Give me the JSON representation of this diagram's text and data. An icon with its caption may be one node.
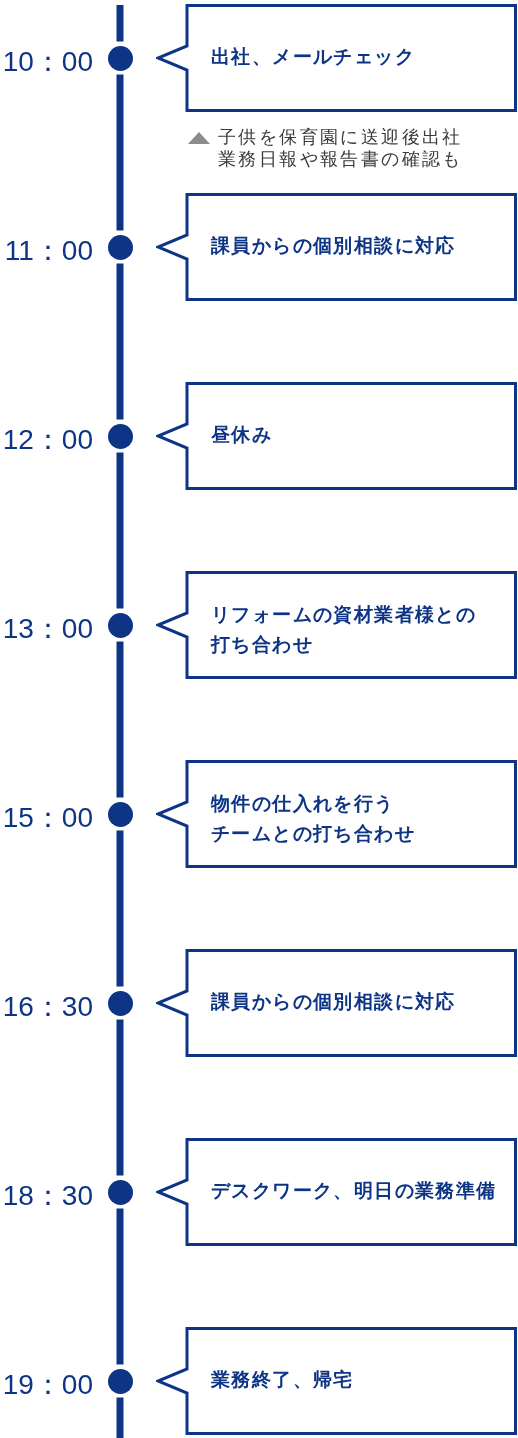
{
  "diagram": {
    "nodes": [
      {
        "text": [],
        "shape": "circle",
        "beside": [
          "10：00"
        ]
      },
      {
        "text": [
          "出社、メールチェック"
        ],
        "beside": [
          "子供を保育園に送迎後出社",
          "業務日報や報告書の確認も"
        ]
      },
      {
        "text": [],
        "shape": "circle",
        "beside": [
          "11：00"
        ]
      },
      {
        "text": [
          "課員からの個別相談に対応"
        ]
      },
      {
        "text": [],
        "shape": "circle",
        "beside": [
          "12：00"
        ]
      },
      {
        "text": [
          "昼休み"
        ]
      },
      {
        "text": [],
        "shape": "circle",
        "beside": [
          "13：00"
        ]
      },
      {
        "text": [
          "リフォームの資材業者様との打ち合わせ"
        ]
      },
      {
        "text": [],
        "shape": "circle",
        "beside": [
          "15：00"
        ]
      },
      {
        "text": [
          "物件の仕入れを行うチームとの打ち合わせ"
        ]
      },
      {
        "text": [],
        "shape": "circle",
        "beside": [
          "16：30"
        ]
      },
      {
        "text": [
          "課員からの個別相談に対応"
        ]
      },
      {
        "text": [],
        "shape": "circle",
        "beside": [
          "18：30"
        ]
      },
      {
        "text": [
          "デスクワーク、明日の業務準備"
        ]
      },
      {
        "text": [],
        "shape": "circle",
        "beside": [
          "19：00"
        ]
      },
      {
        "text": [
          "業務終了、帰宅"
        ]
      }
    ],
    "edges": [
      {
        "from": null,
        "to": 0,
        "arrow": "none"
      },
      {
        "from": 0,
        "to": 2,
        "arrow": "none"
      },
      {
        "from": 2,
        "to": 4,
        "arrow": "none"
      },
      {
        "from": 4,
        "to": 6,
        "arrow": "none"
      },
      {
        "from": 6,
        "to": 8,
        "arrow": "none"
      },
      {
        "from": 8,
        "to": 10,
        "arrow": "none"
      },
      {
        "from": 10,
        "to": 12,
        "arrow": "none"
      },
      {
        "from": 12,
        "to": 14,
        "arrow": "none"
      },
      {
        "from": 14,
        "to": null,
        "arrow": "none"
      }
    ]
  }
}
